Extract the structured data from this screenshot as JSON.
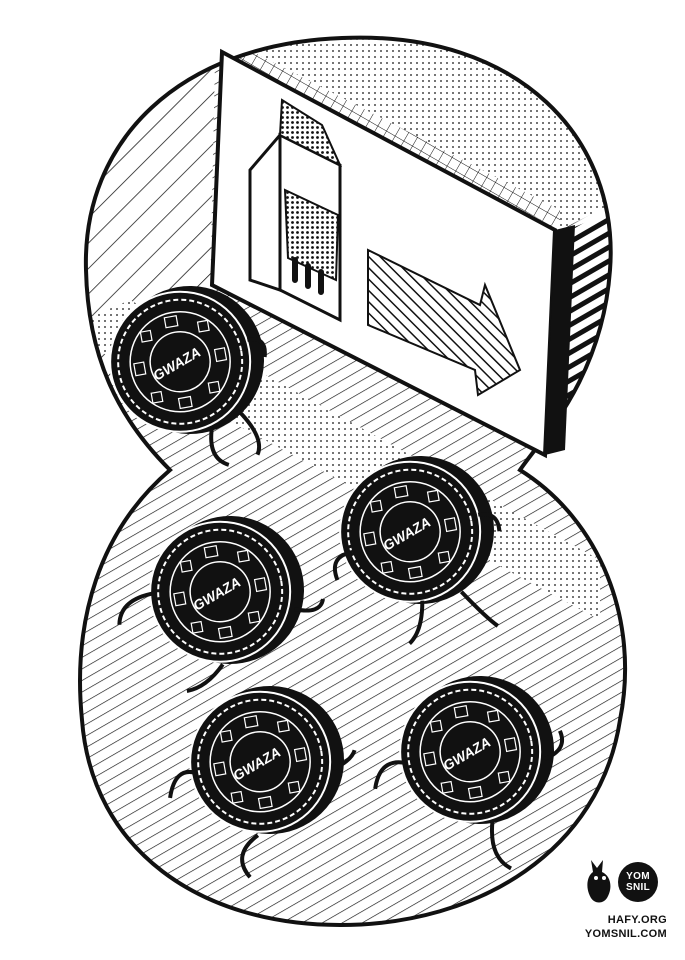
{
  "artwork": {
    "cookie_brand": "GWAZA",
    "colors": {
      "ink": "#111111",
      "paper": "#ffffff"
    }
  },
  "branding": {
    "logo_icon": "rabbit-icon",
    "badge_line1": "YOM",
    "badge_line2": "SNIL",
    "site1": "HAFY.ORG",
    "site2": "YOMSNIL.COM"
  }
}
